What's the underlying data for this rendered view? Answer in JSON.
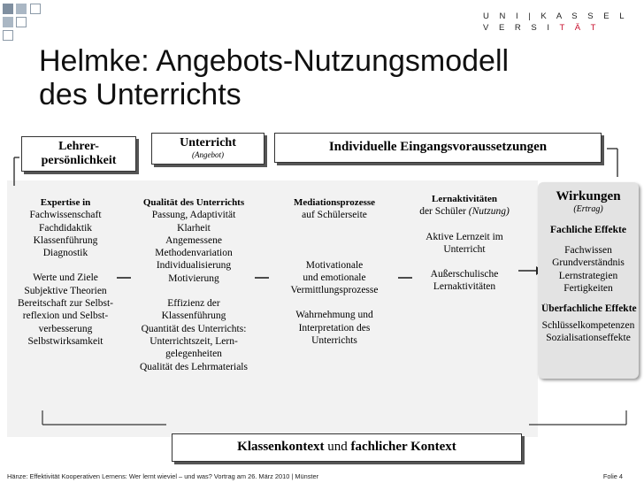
{
  "logo": {
    "line1": "U N I | K A S S E L",
    "line2_a": "V E R S I ",
    "line2_b": "T Ä T"
  },
  "title": {
    "line1": "Helmke: Angebots-Nutzungsmodell",
    "line2": "des Unterrichts"
  },
  "diagram": {
    "lehrer": "Lehrer-\npersönlichkeit",
    "unterricht": "Unterricht",
    "angebot": "(Angebot)",
    "eingang": "Individuelle Eingangsvoraussetzungen",
    "expertise": {
      "heading": "Expertise in",
      "lines": [
        "Fachwissenschaft",
        "Fachdidaktik",
        "Klassenführung",
        "Diagnostik",
        "",
        "Werte und Ziele",
        "Subjektive Theorien",
        "Bereitschaft zur Selbst-",
        "reflexion und Selbst-",
        "verbesserung",
        "Selbstwirksamkeit"
      ]
    },
    "qualitaet": {
      "heading": "Qualität des Unterrichts",
      "lines": [
        "Passung, Adaptivität",
        "Klarheit",
        "Angemessene",
        "Methodenvariation",
        "Individualisierung",
        "Motivierung",
        "",
        "Effizienz der",
        "Klassenführung",
        "Quantität des Unterrichts:",
        "Unterrichtszeit, Lern-",
        "gelegenheiten",
        "Qualität des Lehrmaterials"
      ]
    },
    "mediation": {
      "heading": "Mediationsprozesse",
      "lines": [
        "auf Schülerseite",
        "",
        "",
        "",
        "Motivationale",
        "und emotionale",
        "Vermittlungsprozesse",
        "",
        "Wahrnehmung und",
        "Interpretation des",
        "Unterrichts"
      ]
    },
    "lern": {
      "heading": "Lernaktivitäten",
      "sub": "der Schüler",
      "sub_it": "(Nutzung)",
      "lines": [
        "",
        "Aktive Lernzeit im",
        "Unterricht",
        "",
        "Außerschulische",
        "Lernaktivitäten"
      ]
    },
    "wirkungen": {
      "heading": "Wirkungen",
      "sub": "(Ertrag)",
      "fach": "Fachliche Effekte",
      "fach_lines": [
        "Fachwissen",
        "Grundverständnis",
        "Lernstrategien",
        "Fertigkeiten"
      ],
      "ueber": "Überfachliche Effekte",
      "ueber_lines": [
        "Schlüsselkompetenzen",
        "Sozialisationseffekte"
      ]
    },
    "kontext_bold": "Klassenkontext",
    "kontext_mid": " und ",
    "kontext_end": "fachlicher Kontext"
  },
  "footer": {
    "text": "Hänze: Effektivität Kooperativen Lernens: Wer lernt wieviel – und was? Vortrag am 26. März 2010 | Münster",
    "folie": "Folie 4"
  }
}
